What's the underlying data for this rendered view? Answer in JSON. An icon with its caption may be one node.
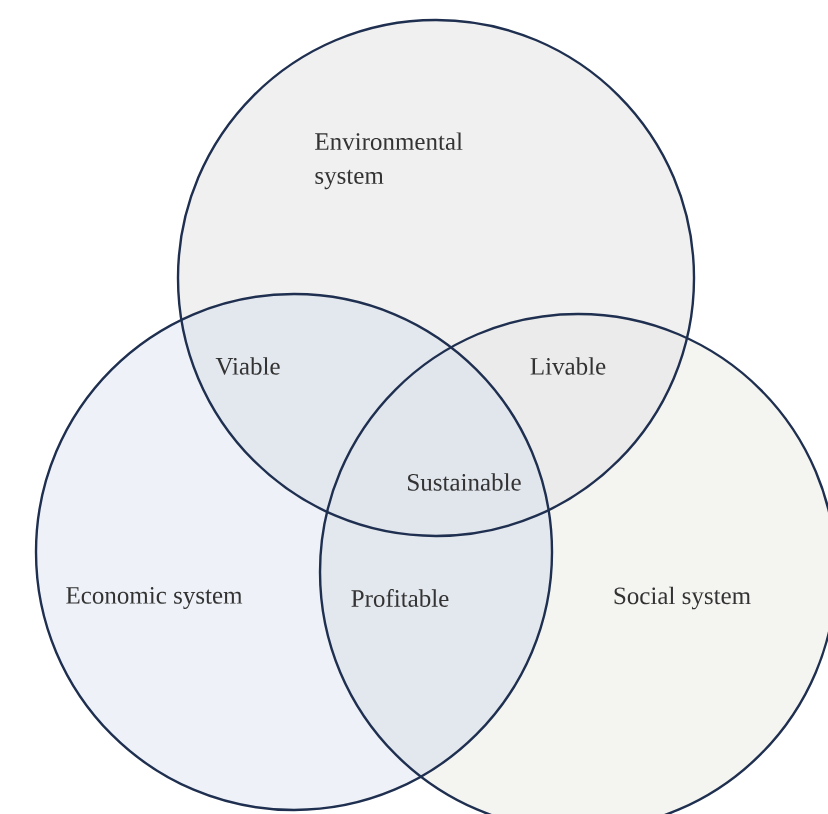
{
  "diagram": {
    "nodes": [
      {
        "text": [
          "Environmental system"
        ]
      },
      {
        "text": [
          "Economic system"
        ]
      },
      {
        "text": [
          "Social system"
        ]
      }
    ],
    "labels": [
      "Viable",
      "Livable",
      "Sustainable",
      "Profitable"
    ]
  }
}
